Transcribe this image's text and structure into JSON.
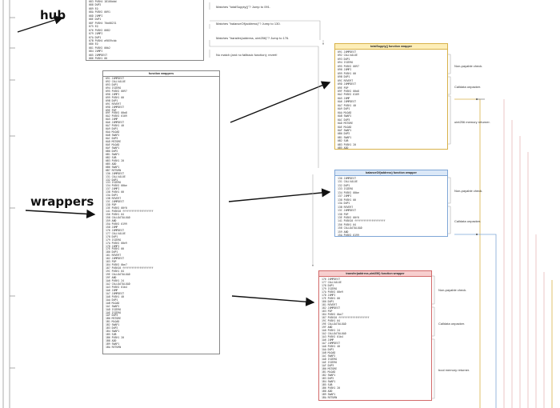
{
  "labels": {
    "hub": "hub",
    "wrappers": "wrappers"
  },
  "hub_box": {
    "lines": [
      "083 PUSH4 18160ddd",
      "088 DUP2",
      "089 EQ",
      "08A PUSH2 0091",
      "08D JUMPI",
      "08E DUP1",
      "08F PUSH4 70a08231",
      "075 EQ",
      "076 PUSH2 0082",
      "079 JUMPI",
      "07A DUP1",
      "07B PUSH4 a9059cbb",
      "080 EQ",
      "081 PUSH2 00b2",
      "084 JUMPI",
      "085 JUMPDEST",
      "086 PUSH1 00",
      "088 DUP1",
      "089 REVERT"
    ]
  },
  "dispatch_notes": [
    "Matches \"totalSupply()\"? Jump to 091.",
    "Matches \"balanceOf(address)\"? Jump to 130.",
    "Matches \"transfer(address, uint256)\"? Jump to 176.",
    "No match (and no fallback function); revert!"
  ],
  "wrappers_box": {
    "title": "function wrappers",
    "lines": [
      "091 JUMPDEST",
      "092 CALLVALUE",
      "093 DUP1",
      "094 ISZERO",
      "095 PUSH2 0097",
      "098 JUMPI",
      "099 PUSH1 00",
      "09B DUP1",
      "09C REVERT",
      "09D JUMPDEST",
      "09E POP",
      "09F PUSH2 00a8",
      "0A2 PUSH2 0109",
      "0A5 JUMP",
      "0A6 JUMPDEST",
      "0A7 PUSH1 40",
      "0A9 DUP1",
      "0AA MLOAD",
      "0AB SWAP2",
      "0AC DUP3",
      "0AD MSTORE",
      "0AE MLOAD",
      "0AF SWAP1",
      "0B0 DUP2",
      "0B1 SWAP1",
      "0B2 SUB",
      "0B3 PUSH1 20",
      "0B5 ADD",
      "0B6 SWAP1",
      "0B7 RETURN",
      "130 JUMPDEST",
      "131 CALLVALUE",
      "132 DUP1",
      "133 ISZERO",
      "134 PUSH2 00be",
      "137 JUMPI",
      "138 PUSH1 00",
      "13A DUP1",
      "13B REVERT",
      "13C JUMPDEST",
      "13D POP",
      "13E PUSH2 00f0",
      "141 PUSH20 ffffffffffffffffffff",
      "156 PUSH1 04",
      "158 CALLDATALOAD",
      "159 AND",
      "15A PUSH2 0199",
      "15D JUMP",
      "176 JUMPDEST",
      "177 CALLVALUE",
      "178 DUP1",
      "179 ISZERO",
      "17A PUSH2 00e9",
      "17D JUMPI",
      "17E PUSH1 00",
      "180 DUP1",
      "181 REVERT",
      "182 JUMPDEST",
      "183 POP",
      "184 PUSH2 0be7",
      "187 PUSH20 ffffffffffffffffffff",
      "19C PUSH1 04",
      "19E CALLDATALOAD",
      "19F AND",
      "1A0 PUSH1 24",
      "1A2 CALLDATALOAD",
      "1A3 PUSH2 01b4",
      "1A6 JUMP",
      "1A7 JUMPDEST",
      "1A8 PUSH1 40",
      "1AA DUP1",
      "1AB MLOAD",
      "1AC SWAP2",
      "1AD ISZERO",
      "1AE ISZERO",
      "1AF DUP3",
      "1B0 MSTORE",
      "1B1 MLOAD",
      "1B2 SWAP1",
      "1B3 DUP2",
      "1B4 SWAP1",
      "1B5 SUB",
      "1B6 PUSH1 20",
      "1B8 ADD",
      "1B9 SWAP1",
      "1BA RETURN"
    ]
  },
  "totalsupply_box": {
    "title": "totalSupply() function wrapper",
    "lines": [
      "091 JUMPDEST",
      "092 CALLVALUE",
      "093 DUP1",
      "094 ISZERO",
      "095 PUSH2 0097",
      "098 JUMPI",
      "099 PUSH1 00",
      "09B DUP1",
      "09C REVERT",
      "09D JUMPDEST",
      "09E POP",
      "09F PUSH2 00a8",
      "0A2 PUSH2 0109",
      "0A5 JUMP",
      "0A6 JUMPDEST",
      "0A7 PUSH1 40",
      "0A9 DUP1",
      "0AA MLOAD",
      "0AB SWAP2",
      "0AC DUP3",
      "0AD MSTORE",
      "0AE MLOAD",
      "0AF SWAP1",
      "0B0 DUP2",
      "0B1 SWAP1",
      "0B2 SUB",
      "0B3 PUSH1 20",
      "0B5 ADD",
      "0B6 SWAP1",
      "0B7 RETURN"
    ],
    "notes": [
      "Non-payable check.",
      "Calldata unpacker.",
      "uint256 memory returner."
    ]
  },
  "balanceof_box": {
    "title": "balanceOf(address) function wrapper",
    "lines": [
      "130 JUMPDEST",
      "131 CALLVALUE",
      "132 DUP1",
      "133 ISZERO",
      "134 PUSH2 00be",
      "137 JUMPI",
      "138 PUSH1 00",
      "13A DUP1",
      "13B REVERT",
      "13C JUMPDEST",
      "13D POP",
      "13E PUSH2 00f0",
      "141 PUSH20 ffffffffffffffffffff",
      "156 PUSH1 04",
      "158 CALLDATALOAD",
      "159 AND",
      "15A PUSH2 0199",
      "15D JUMP"
    ],
    "notes": [
      "Non-payable check.",
      "Calldata unpacker."
    ]
  },
  "transfer_box": {
    "title": "transfer(address,uint256) function wrapper",
    "lines": [
      "176 JUMPDEST",
      "177 CALLVALUE",
      "178 DUP1",
      "179 ISZERO",
      "17A PUSH2 00e9",
      "17D JUMPI",
      "17E PUSH1 00",
      "180 DUP1",
      "181 REVERT",
      "182 JUMPDEST",
      "183 POP",
      "184 PUSH2 0be7",
      "187 PUSH20 ffffffffffffffffffff",
      "19C PUSH1 04",
      "19E CALLDATALOAD",
      "19F AND",
      "1A0 PUSH1 24",
      "1A2 CALLDATALOAD",
      "1A3 PUSH2 01b4",
      "1A6 JUMP",
      "1A7 JUMPDEST",
      "1A8 PUSH1 40",
      "1AA DUP1",
      "1AB MLOAD",
      "1AC SWAP2",
      "1AD ISZERO",
      "1AE ISZERO",
      "1AF DUP3",
      "1B0 MSTORE",
      "1B1 MLOAD",
      "1B2 SWAP1",
      "1B3 DUP2",
      "1B4 SWAP1",
      "1B5 SUB",
      "1B6 PUSH1 20",
      "1B8 ADD",
      "1B9 SWAP1",
      "1BA RETURN"
    ],
    "notes": [
      "Non-payable check.",
      "Calldata unpacker.",
      "bool memory returner."
    ]
  },
  "colors": {
    "yellow": "#d8b24a",
    "blue": "#7fa6d6",
    "red": "#d26b6b",
    "gray": "#888888"
  }
}
